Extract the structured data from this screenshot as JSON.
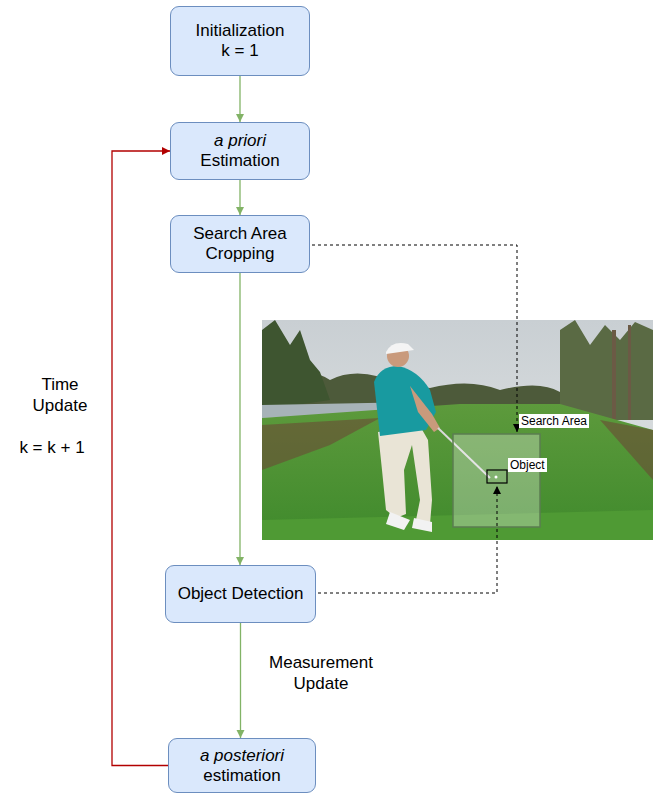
{
  "diagram": {
    "nodes": [
      {
        "text": [
          "Initialization",
          "k = 1"
        ]
      },
      {
        "text": [
          "a priori",
          "Estimation"
        ]
      },
      {
        "text": [
          "Search Area Cropping"
        ]
      },
      {
        "text": [
          "Object Detection"
        ]
      },
      {
        "text": [
          "a posteriori",
          "estimation"
        ]
      }
    ],
    "edges": [
      {
        "from": 0,
        "to": 1,
        "arrow": "to"
      },
      {
        "from": 1,
        "to": 2,
        "arrow": "to"
      },
      {
        "from": 2,
        "to": 3,
        "arrow": "to"
      },
      {
        "from": 3,
        "to": 4,
        "label": "Measurement Update",
        "arrow": "to"
      },
      {
        "from": 4,
        "to": 1,
        "arrow": "to"
      }
    ],
    "labels": [
      "Time Update",
      "k = k + 1",
      "Search Area",
      "Object"
    ]
  }
}
